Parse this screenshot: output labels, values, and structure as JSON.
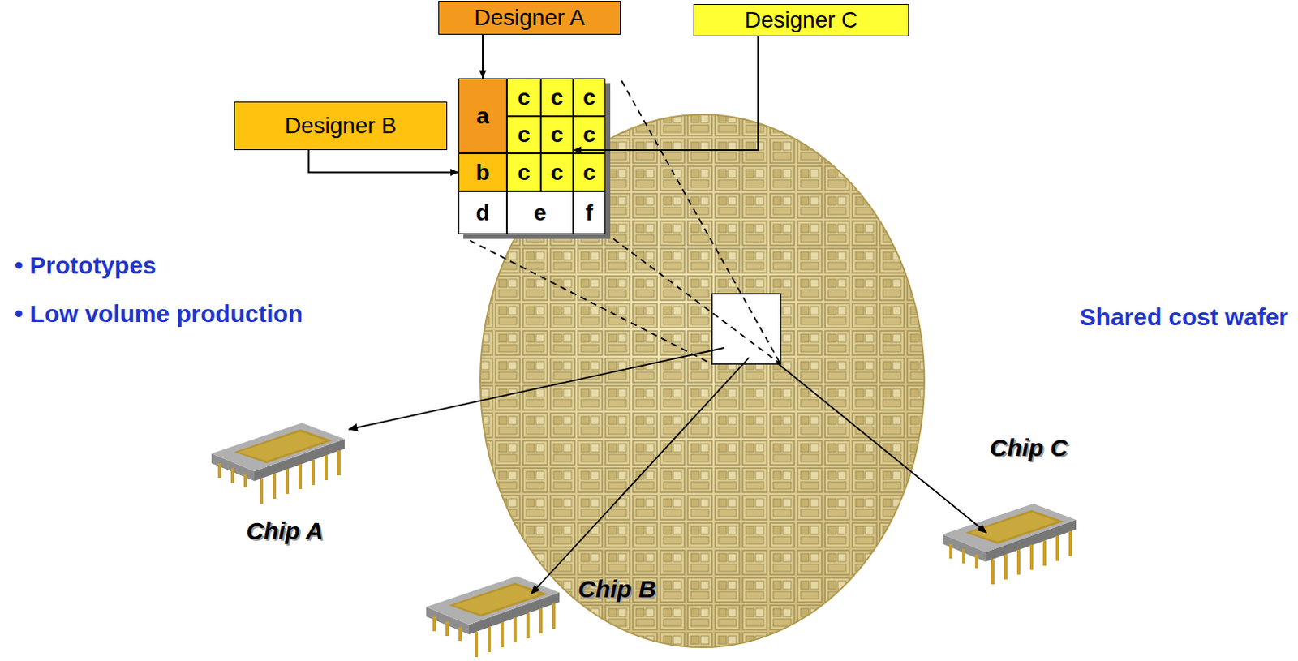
{
  "diagram": {
    "nodes": [
      {
        "text": [
          "Designer A"
        ]
      },
      {
        "text": [
          "Designer C"
        ]
      },
      {
        "text": [
          "Designer B"
        ]
      },
      {
        "text": [
          "a"
        ]
      },
      {
        "text": [
          "c"
        ]
      },
      {
        "text": [
          "c"
        ]
      },
      {
        "text": [
          "c"
        ]
      },
      {
        "text": [
          "c"
        ]
      },
      {
        "text": [
          "c"
        ]
      },
      {
        "text": [
          "c"
        ]
      },
      {
        "text": [
          "b"
        ]
      },
      {
        "text": [
          "c"
        ]
      },
      {
        "text": [
          "c"
        ]
      },
      {
        "text": [
          "c"
        ]
      },
      {
        "text": [
          "d"
        ]
      },
      {
        "text": [
          "e"
        ]
      },
      {
        "text": [
          "f"
        ]
      },
      {
        "text": [
          "Chip C"
        ]
      },
      {
        "text": [
          "Chip A"
        ]
      },
      {
        "text": [
          "Chip B"
        ]
      }
    ],
    "edges": [
      {
        "from": 0,
        "to": 3,
        "arrow": "to"
      },
      {
        "from": 2,
        "to": 10,
        "arrow": "to"
      },
      {
        "from": 1,
        "to": 8,
        "arrow": "to"
      }
    ],
    "labels": [
      "• Prototypes",
      "• Low volume production",
      "Shared cost wafer"
    ]
  }
}
